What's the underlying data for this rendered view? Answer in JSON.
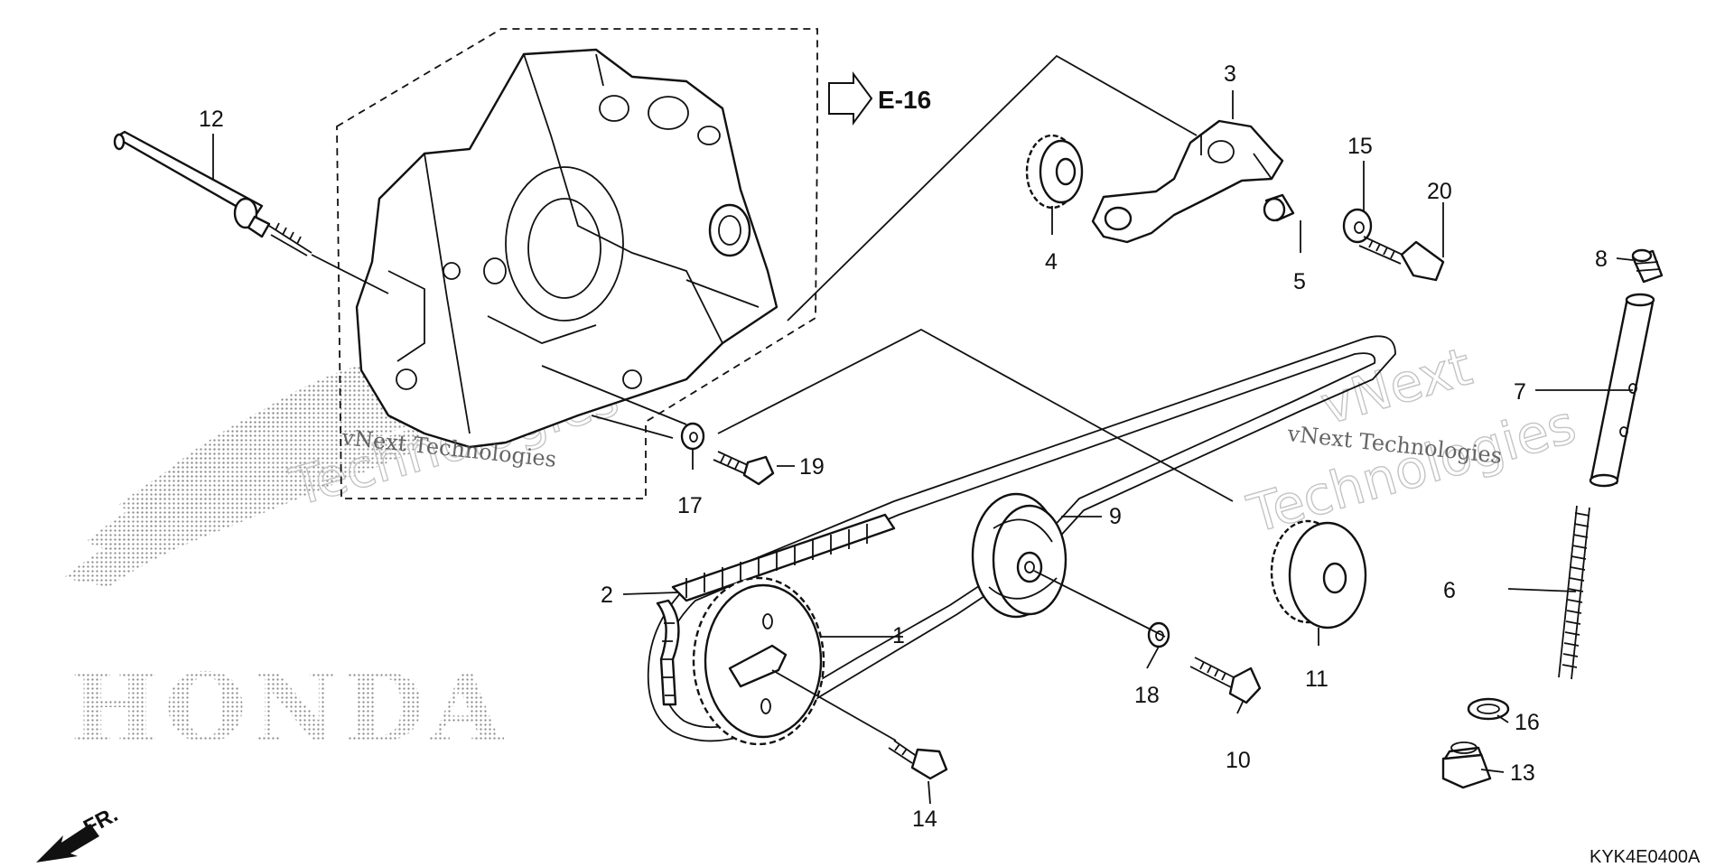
{
  "diagram": {
    "code": "KYK4E0400A",
    "reference": "E-16",
    "direction": "FR.",
    "brand": "HONDA",
    "watermark": "vNext Technologies",
    "callouts": [
      "1",
      "2",
      "3",
      "4",
      "5",
      "6",
      "7",
      "8",
      "9",
      "10",
      "11",
      "12",
      "13",
      "14",
      "15",
      "16",
      "17",
      "18",
      "19",
      "20"
    ]
  },
  "colors": {
    "line": "#111111",
    "watermark": "#c4c4c4",
    "background": "#ffffff"
  }
}
